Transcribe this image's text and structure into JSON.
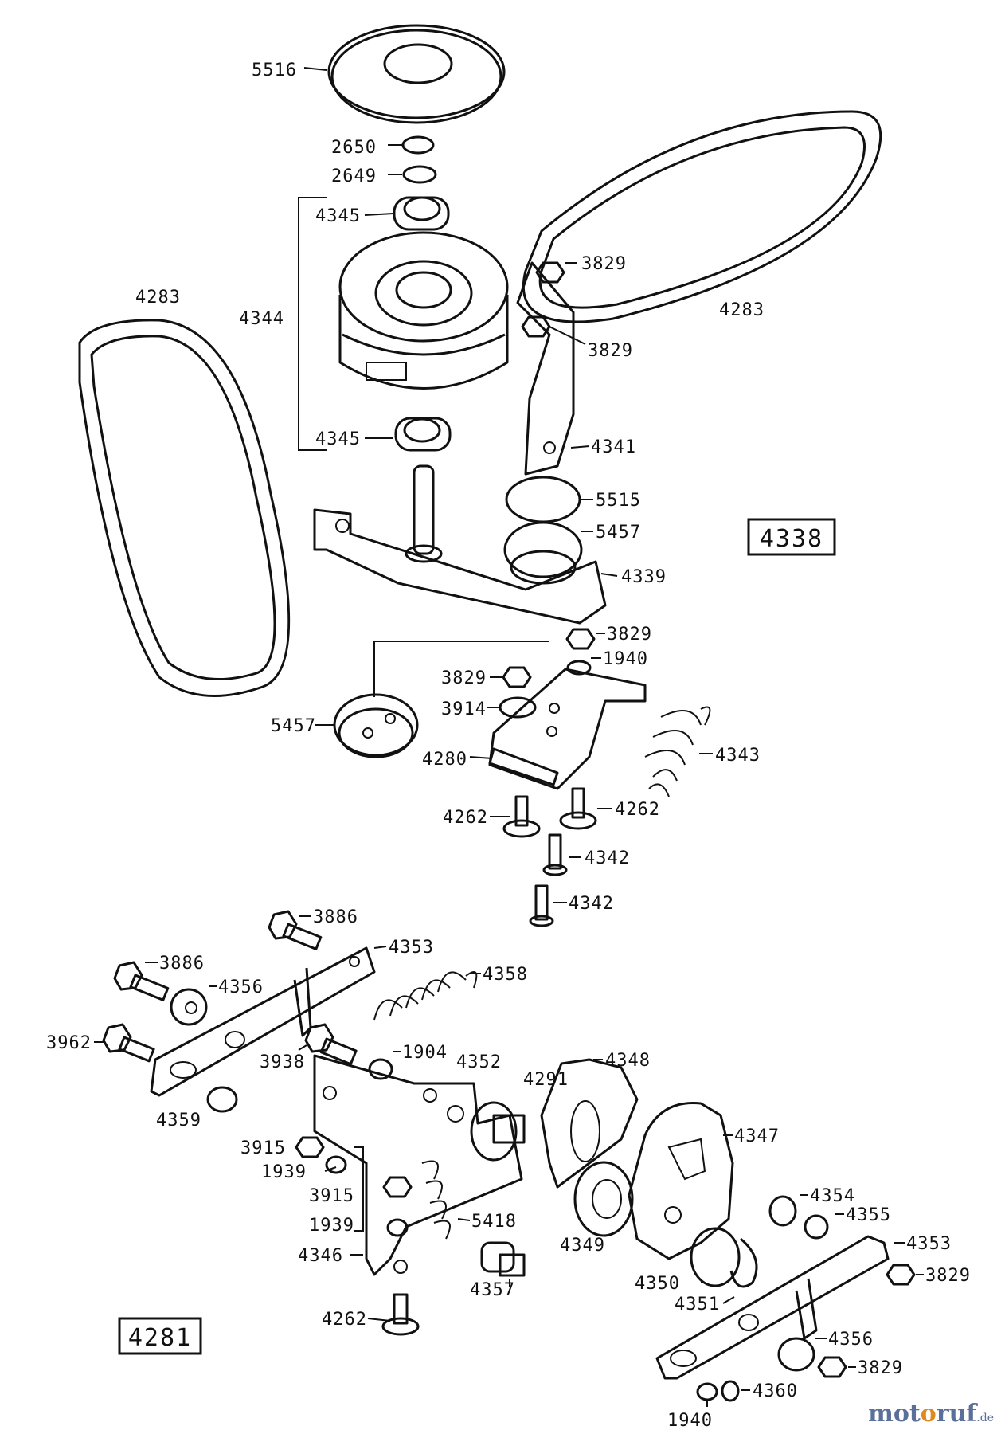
{
  "diagram": {
    "group_boxes": [
      {
        "id": "g-upper",
        "label": "4338"
      },
      {
        "id": "g-lower",
        "label": "4281"
      }
    ],
    "callouts": [
      {
        "id": "c01",
        "text": "5516"
      },
      {
        "id": "c02",
        "text": "2650"
      },
      {
        "id": "c03",
        "text": "2649"
      },
      {
        "id": "c04",
        "text": "4345"
      },
      {
        "id": "c05",
        "text": "4344"
      },
      {
        "id": "c06",
        "text": "4345"
      },
      {
        "id": "c07",
        "text": "4283"
      },
      {
        "id": "c08",
        "text": "4283"
      },
      {
        "id": "c09",
        "text": "3829"
      },
      {
        "id": "c10",
        "text": "3829"
      },
      {
        "id": "c11",
        "text": "4341"
      },
      {
        "id": "c12",
        "text": "5515"
      },
      {
        "id": "c13",
        "text": "5457"
      },
      {
        "id": "c14",
        "text": "4339"
      },
      {
        "id": "c15",
        "text": "3829"
      },
      {
        "id": "c16",
        "text": "1940"
      },
      {
        "id": "c17",
        "text": "3829"
      },
      {
        "id": "c18",
        "text": "3914"
      },
      {
        "id": "c19",
        "text": "5457"
      },
      {
        "id": "c20",
        "text": "4280"
      },
      {
        "id": "c21",
        "text": "4343"
      },
      {
        "id": "c22",
        "text": "4262"
      },
      {
        "id": "c23",
        "text": "4262"
      },
      {
        "id": "c24",
        "text": "4342"
      },
      {
        "id": "c25",
        "text": "4342"
      },
      {
        "id": "c26",
        "text": "3886"
      },
      {
        "id": "c27",
        "text": "4353"
      },
      {
        "id": "c28",
        "text": "3886"
      },
      {
        "id": "c29",
        "text": "4356"
      },
      {
        "id": "c30",
        "text": "4358"
      },
      {
        "id": "c31",
        "text": "3962"
      },
      {
        "id": "c32",
        "text": "3938"
      },
      {
        "id": "c33",
        "text": "1904"
      },
      {
        "id": "c34",
        "text": "4352"
      },
      {
        "id": "c35",
        "text": "4291"
      },
      {
        "id": "c36",
        "text": "4348"
      },
      {
        "id": "c37",
        "text": "4359"
      },
      {
        "id": "c38",
        "text": "4347"
      },
      {
        "id": "c39",
        "text": "3915"
      },
      {
        "id": "c40",
        "text": "1939"
      },
      {
        "id": "c41",
        "text": "3915"
      },
      {
        "id": "c42",
        "text": "1939"
      },
      {
        "id": "c43",
        "text": "5418"
      },
      {
        "id": "c44",
        "text": "4346"
      },
      {
        "id": "c45",
        "text": "4349"
      },
      {
        "id": "c46",
        "text": "4354"
      },
      {
        "id": "c47",
        "text": "4355"
      },
      {
        "id": "c48",
        "text": "4353"
      },
      {
        "id": "c49",
        "text": "3829"
      },
      {
        "id": "c50",
        "text": "4350"
      },
      {
        "id": "c51",
        "text": "4357"
      },
      {
        "id": "c52",
        "text": "4351"
      },
      {
        "id": "c53",
        "text": "4262"
      },
      {
        "id": "c54",
        "text": "4356"
      },
      {
        "id": "c55",
        "text": "3829"
      },
      {
        "id": "c56",
        "text": "1940"
      },
      {
        "id": "c57",
        "text": "4360"
      }
    ]
  },
  "brand": {
    "prefix": "mot",
    "o": "o",
    "suffix": "ruf",
    "tld": ".de"
  }
}
